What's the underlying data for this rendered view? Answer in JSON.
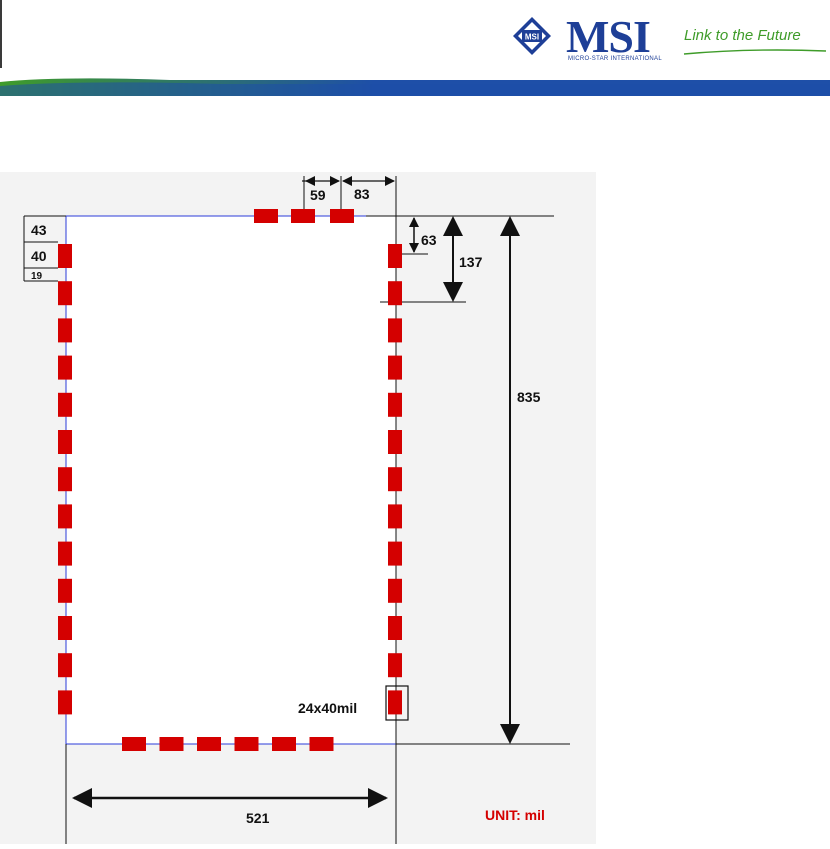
{
  "header": {
    "logo_text": "MSI",
    "logo_subtitle": "MICRO-STAR INTERNATIONAL",
    "logo_emblem_text": "MSI",
    "slogan": "Link to the Future",
    "band_colors": [
      "#3f9c2a",
      "#1e4fa8"
    ]
  },
  "diagram": {
    "dimensions": {
      "pad_top_offset": "43",
      "pad_length": "40",
      "pad_gap": "19",
      "top_pad_pitch": "59",
      "top_pad_right_offset": "83",
      "right_first_pad": "63",
      "right_second_pad": "137",
      "height": "835",
      "width": "521"
    },
    "pad_label": "24x40mil",
    "unit_label": "UNIT: mil",
    "pad_color": "#d40000",
    "outline_color": "#2b3bd8",
    "unit_color": "#d40000"
  }
}
